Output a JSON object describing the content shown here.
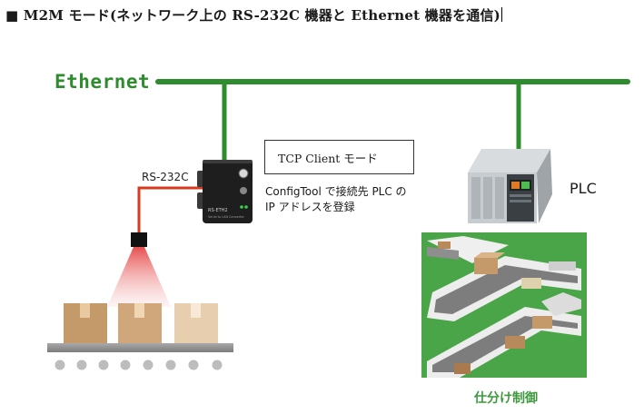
{
  "title": "■ M2M モード(ネットワーク上の RS-232C 機器と Ethernet 機器を通信)",
  "ethernet_label": "Ethernet",
  "rs232c_label": "RS-232C",
  "tcp_box": "TCP Client モード",
  "config_lines": [
    "ConfigTool で接続先 PLC の",
    "IP アドレスを登録"
  ],
  "plc_label": "PLC",
  "sorting_label": "仕分け制御",
  "device": {
    "model_text": "RS-ETH2",
    "subtitle_text": "Serial to LAN Converter",
    "power_icon": "power-icon"
  },
  "colors": {
    "ethernet_line": "#2e8b2e",
    "rs232c_cable": "#d93a1c",
    "sorting_label": "#3c9a3c",
    "floor": "#4aa548",
    "device_body": "#1e1e1e"
  }
}
